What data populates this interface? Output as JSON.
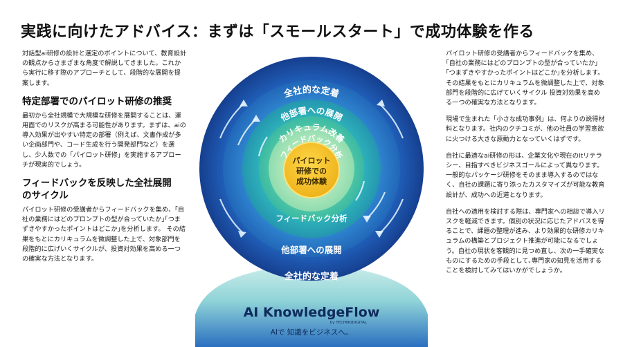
{
  "title": "実践に向けたアドバイス：まずは「スモールスタート」で成功体験を作る",
  "left": {
    "intro": "対話型ai研修の設計と選定のポイントについて、教育設計の観点からさまざまな角度で解説してきました。これから実行に移す際のアプローチとして、段階的な展開を提案します。",
    "section1_heading": "特定部署でのパイロット研修の推奨",
    "section1_body": "最初から全社規模で大規模な研修を展開することは、運用面でのリスクが高まる可能性があります。まずは、aiの導入効果が出やすい特定の部署（例えば、文書作成が多い企画部門や、コード生成を行う開発部門など）を選し、少人数での「パイロット研修」を実施するアプローチが現実的でしょう。",
    "section2_heading": "フィードバックを反映した全社展開のサイクル",
    "section2_body": "パイロット研修の受講者からフィードバックを集め、｢自社の業務にはどのプロンプトの型が合っていたか｣｢つまずきやすかったポイントはどこか｣を分析します。 その結果をもとにカリキュラムを微調整した上で、対象部門を段階的に広げいくサイクルが、投資対効果を高める一つの確実な方法となります。"
  },
  "right": {
    "p1": "パイロット研修の受講者からフィードバックを集め、｢自社の業務にはどのプロンプトの型が合っていたか｣｢つまずきやすかったポイントはどこか｣を分析します。その結果をもとにカリキュラムを微調整した上で、対象部門を段階的に広げていくサイクル 投資対効果を高める一つの確実な方法となります。",
    "p2": "現場で生まれた「小さな成功事例」は、何よりの説得材料となります。社内のクチコミが、他の社員の学習意欲に火つける大きな原動力となっていくはずです。",
    "p3": "自社に最適なai研修の形は、企業文化や現在のItリテラシー、目指すべきビジネスゴールによって異なります。一般的なパッケージ研修をそのまま導入するのではなく、自社の課題に寄り添ったカスタマイズが可能な教育設計が、成功への近道となります。",
    "p4": "自社への適用を検討する際は、専門家への相談で導入リスクを軽減できます。個別の状況に応じたアドバスを得ることで、課題の整理が進み、より効果的な研修カリキュラムの構築とプロジェクト推進が可能になるでしょう。自社の現状を客観的に見つめ直し、次の一手確実なものにするための手段として､専門家の知見を活用することを検討してみてはいかがでしょうか。"
  },
  "diagram": {
    "center_label": [
      "パイロット",
      "研修での",
      "成功体験"
    ],
    "ring1_top": "フィードバック分析",
    "ring1_bottom": "フィードバック分析",
    "ring2_top": "カリキュラム改善",
    "ring3_top": "他部署への展開",
    "ring3_bottom": "他部署への展開",
    "ring4_top": "全社的な定着",
    "ring4_bottom": "全社的な定着",
    "brand": "AI KnowledgeFlow",
    "brand_sub": "by TECHNODIGITAL",
    "tagline": "AIで 知識をビジネスへ。"
  },
  "colors": {
    "ring_outer": "#1d4fa6",
    "ring_3": "#2a78c6",
    "ring_2": "#2bb0b8",
    "ring_1": "#4ec9a2",
    "ring_0": "#a6e3b3",
    "center": "#f3c32d",
    "bottom_gradient_top": "#b8e6e3",
    "bottom_gradient_bottom": "#2a6fbf"
  }
}
